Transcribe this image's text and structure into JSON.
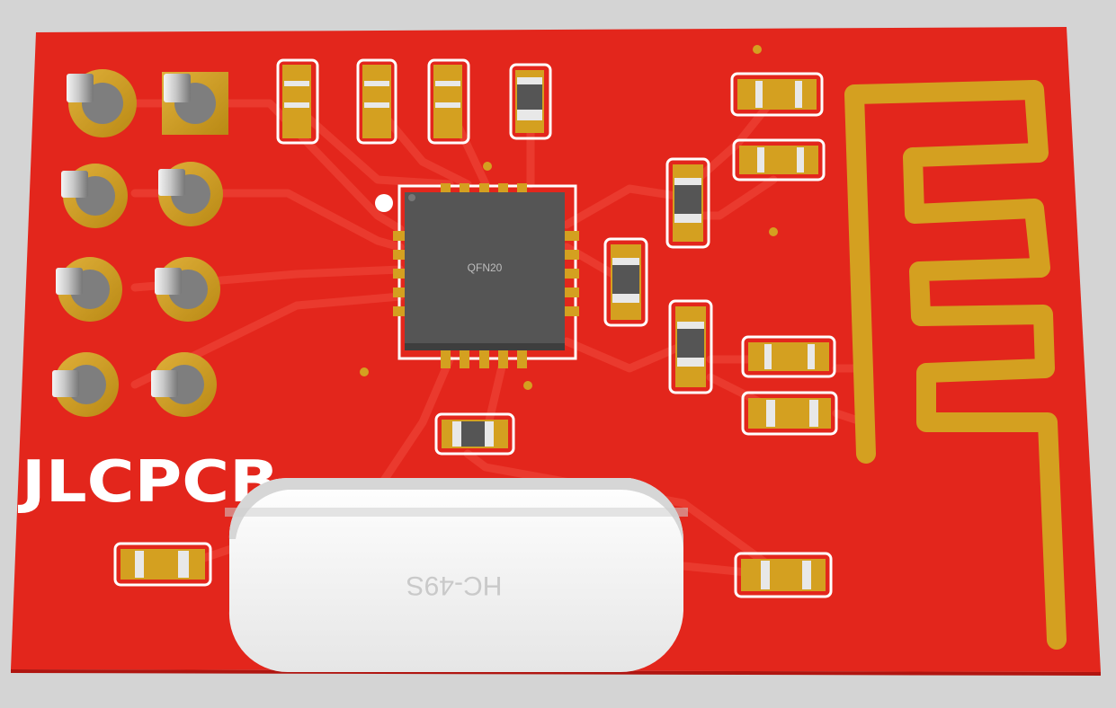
{
  "board": {
    "logo_text": "JLCPCB",
    "ic_label": "QFN20",
    "crystal_label": "HC-49S",
    "colors": {
      "background": "#d4d4d4",
      "board_red": "#e3261c",
      "board_dark": "#c81810",
      "gold": "#d4a020",
      "silk": "#ffffff",
      "ic_body": "#555555",
      "crystal": "#f2f2f2"
    }
  }
}
